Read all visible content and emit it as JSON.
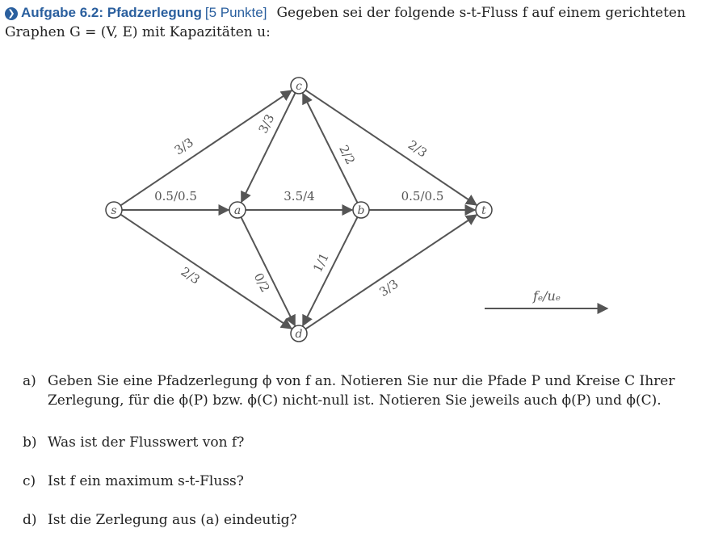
{
  "header": {
    "icon": "circle-arrow-right-icon",
    "title": "Aufgabe 6.2: Pfadzerlegung",
    "points": "[5 Punkte]",
    "intro_line1": "Gegeben sei der folgende s-t-Fluss f auf einem gerichteten",
    "intro_line2": "Graphen G = (V, E) mit Kapazitäten u:"
  },
  "graph": {
    "nodes": [
      {
        "id": "s",
        "label": "s"
      },
      {
        "id": "a",
        "label": "a"
      },
      {
        "id": "b",
        "label": "b"
      },
      {
        "id": "c",
        "label": "c"
      },
      {
        "id": "d",
        "label": "d"
      },
      {
        "id": "t",
        "label": "t"
      }
    ],
    "edges": [
      {
        "from": "s",
        "to": "c",
        "label": "3/3"
      },
      {
        "from": "s",
        "to": "a",
        "label": "0.5/0.5"
      },
      {
        "from": "s",
        "to": "d",
        "label": "2/3"
      },
      {
        "from": "c",
        "to": "a",
        "label": "3/3"
      },
      {
        "from": "b",
        "to": "c",
        "label": "2/2"
      },
      {
        "from": "c",
        "to": "t",
        "label": "2/3"
      },
      {
        "from": "a",
        "to": "b",
        "label": "3.5/4"
      },
      {
        "from": "a",
        "to": "d",
        "label": "0/2"
      },
      {
        "from": "b",
        "to": "d",
        "label": "1/1"
      },
      {
        "from": "b",
        "to": "t",
        "label": "0.5/0.5"
      },
      {
        "from": "d",
        "to": "t",
        "label": "3/3"
      }
    ],
    "legend_label": "fₑ/uₑ"
  },
  "questions": [
    {
      "label": "a)",
      "line1": "Geben Sie eine Pfadzerlegung ϕ von f an. Notieren Sie nur die Pfade P und Kreise C Ihrer",
      "line2": "Zerlegung, für die ϕ(P) bzw. ϕ(C) nicht-null ist. Notieren Sie jeweils auch ϕ(P) und ϕ(C)."
    },
    {
      "label": "b)",
      "line1": "Was ist der Flusswert von f?"
    },
    {
      "label": "c)",
      "line1": "Ist f ein maximum s-t-Fluss?"
    },
    {
      "label": "d)",
      "line1": "Ist die Zerlegung aus (a) eindeutig?"
    }
  ]
}
